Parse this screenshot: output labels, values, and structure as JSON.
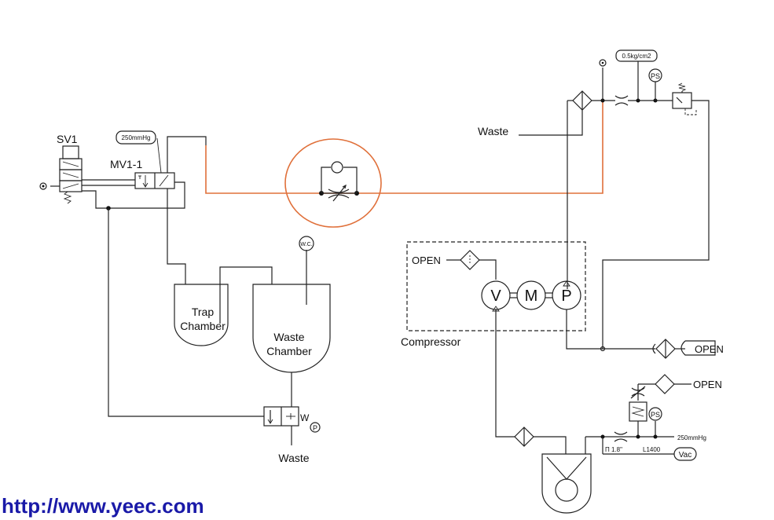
{
  "labels": {
    "sv1": "SV1",
    "mv1": "MV1-1",
    "vacuum_setting": "250mmHg",
    "trap_line1": "Trap",
    "trap_line2": "Chamber",
    "waste_line1": "Waste",
    "waste_line2": "Chamber",
    "wc": "W.C.",
    "waste_bottom": "Waste",
    "waste_top": "Waste",
    "pressure_setting": "0.5kg/cm2",
    "ps_top": "PS",
    "open_left": "OPEN",
    "compressor": "Compressor",
    "v": "V",
    "m": "M",
    "p": "P",
    "open_right": "OPEN",
    "open_lower": "OPEN",
    "ps_lower": "PS",
    "vacuum_setting_2": "250mmHg",
    "pi_gauge": "Π 1.8\"",
    "l1400": "L1400",
    "vac": "Vac",
    "valve_p": "P",
    "valve_w": "W"
  },
  "footer": {
    "url": "http://www.yeec.com"
  },
  "colors": {
    "line": "#222222",
    "highlight": "#e0703a",
    "url": "#1a1aa8"
  }
}
